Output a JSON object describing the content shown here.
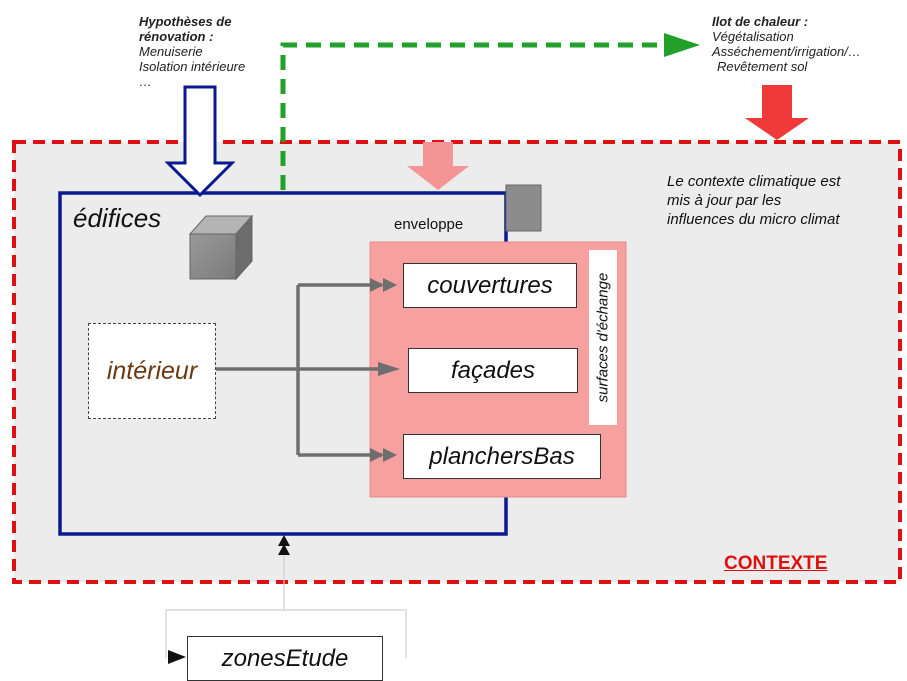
{
  "renovation": {
    "title_line1": "Hypothèses de",
    "title_line2": "rénovation :",
    "items": [
      "Menuiserie",
      "Isolation intérieure",
      "…"
    ]
  },
  "ilot": {
    "title": "Ilot de chaleur :",
    "items": [
      "Végétalisation",
      "Asséchement/irrigation/…",
      "Revêtement sol"
    ]
  },
  "context": {
    "note_lines": [
      "Le contexte climatique est",
      "mis à jour par les",
      "influences du micro climat"
    ],
    "label": "CONTEXTE"
  },
  "edifices": {
    "label": "édifices"
  },
  "enveloppe": {
    "label": "enveloppe"
  },
  "interieur": {
    "label": "intérieur"
  },
  "surfaces": {
    "side_label": "surfaces d'échange",
    "items": [
      "couvertures",
      "façades",
      "planchersBas"
    ]
  },
  "zones": {
    "label": "zonesEtude"
  },
  "colors": {
    "context_border": "#dd1111",
    "context_fill": "#ececec",
    "edifices_border": "#0a1a8c",
    "surfaces_fill": "#f7a0a0",
    "green_arrow": "#22a02a",
    "red_arrow": "#f03a3a",
    "pink_arrow": "#f49494",
    "gray_arrow": "#6e6e6e",
    "interieur_text": "#6b3a12"
  }
}
